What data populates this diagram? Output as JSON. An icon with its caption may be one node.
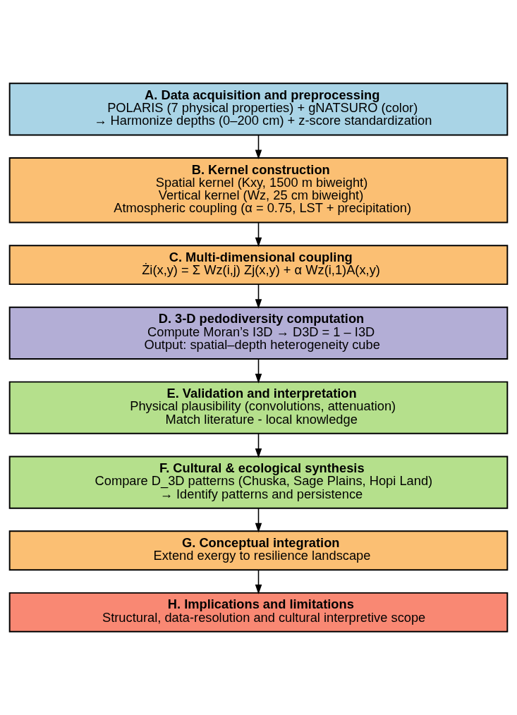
{
  "diagram": {
    "nodes": [
      {
        "text": [
          "A. Data acquisition and preprocessing",
          "POLARIS (7 physical properties) + gNATSURO (color)",
          "→ Harmonize depths (0–200 cm) + z-score standardization"
        ]
      },
      {
        "text": [
          "B. Kernel construction",
          "Spatial kernel (Kxy, 1500 m biweight)",
          "Vertical kernel (Wz, 25 cm biweight)",
          "Atmospheric coupling (α = 0.75, LST + precipitation)"
        ]
      },
      {
        "text": [
          "C. Multi-dimensional coupling",
          "Żi(x,y) = Σ Wz(i,j) Zj(x,y) + α Wz(i,1)A(x,y)"
        ]
      },
      {
        "text": [
          "D. 3-D pedodiversity computation",
          "Compute Moran’s I3D → D3D = 1 – I3D",
          "Output: spatial–depth heterogeneity cube"
        ]
      },
      {
        "text": [
          "E. Validation and interpretation",
          "Physical plausibility (convolutions, attenuation)",
          "Match literature - local knowledge"
        ]
      },
      {
        "text": [
          "F. Cultural & ecological synthesis",
          "Compare D_3D patterns (Chuska, Sage Plains, Hopi Land)",
          "→ Identify patterns and persistence"
        ]
      },
      {
        "text": [
          "G. Conceptual integration",
          "Extend exergy to resilience landscape"
        ]
      },
      {
        "text": [
          "H. Implications and limitations",
          "Structural, data-resolution and cultural interpretive scope"
        ]
      }
    ],
    "edges": [
      {
        "from": 0,
        "to": 1,
        "arrow": "to"
      },
      {
        "from": 1,
        "to": 2,
        "arrow": "to"
      },
      {
        "from": 2,
        "to": 3,
        "arrow": "to"
      },
      {
        "from": 3,
        "to": 4,
        "arrow": "to"
      },
      {
        "from": 4,
        "to": 5,
        "arrow": "to"
      },
      {
        "from": 5,
        "to": 6,
        "arrow": "to"
      },
      {
        "from": 6,
        "to": 7,
        "arrow": "to"
      }
    ]
  }
}
